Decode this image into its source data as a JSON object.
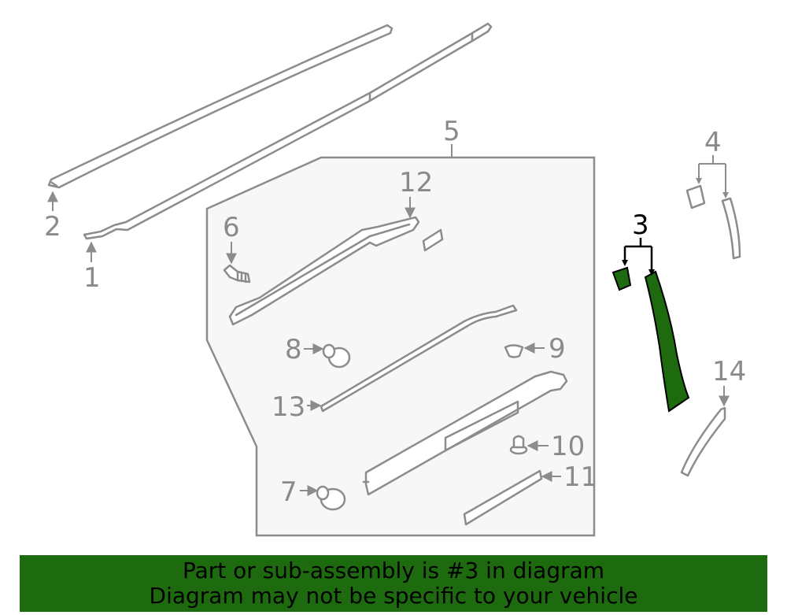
{
  "diagram": {
    "callouts": {
      "c1": "1",
      "c2": "2",
      "c3": "3",
      "c4": "4",
      "c5": "5",
      "c6": "6",
      "c7": "7",
      "c8": "8",
      "c9": "9",
      "c10": "10",
      "c11": "11",
      "c12": "12",
      "c13": "13",
      "c14": "14"
    },
    "highlight_color": "#1e6b0f"
  },
  "banner": {
    "line1": "Part or sub-assembly is #3 in diagram",
    "line2": "Diagram may not be specific to your vehicle",
    "background": "#1e6b0f"
  }
}
